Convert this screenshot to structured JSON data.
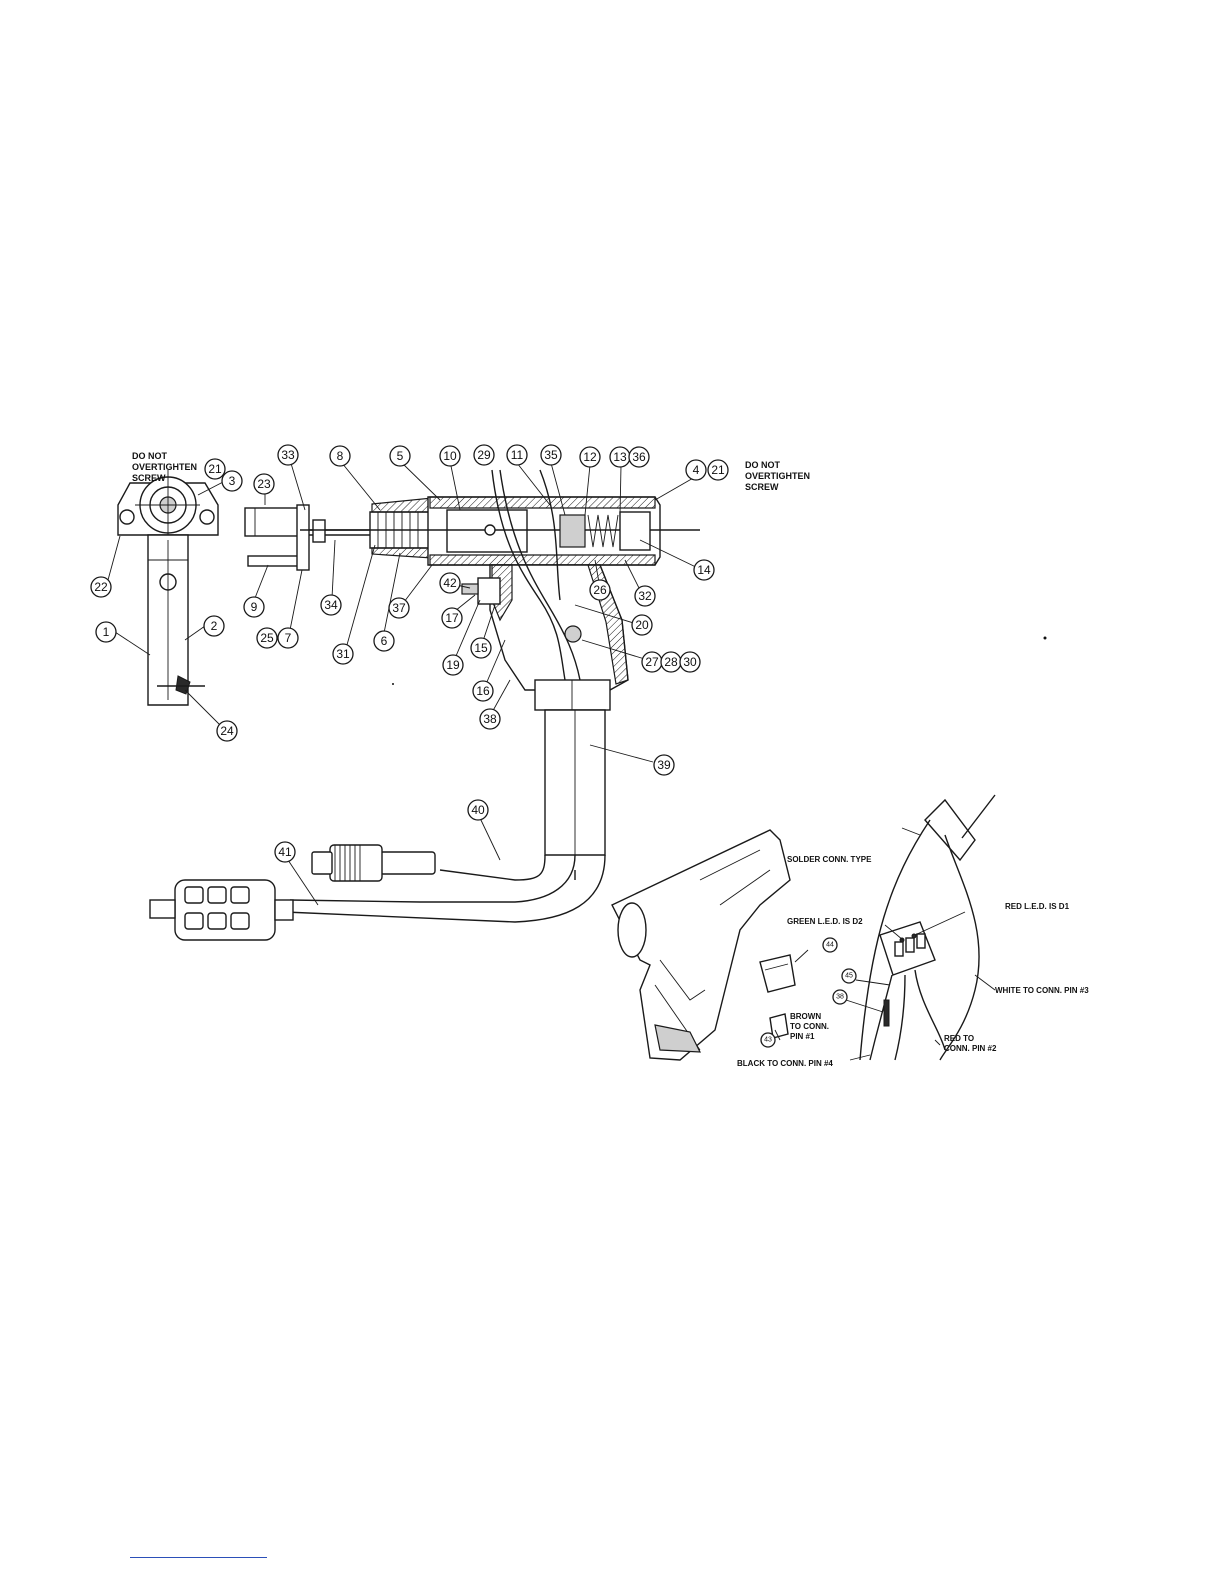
{
  "notes": {
    "left_warning": "DO NOT\nOVERTIGHTEN\nSCREW",
    "right_warning": "DO NOT\nOVERTIGHTEN\nSCREW",
    "solder_type": "SOLDER CONN. TYPE",
    "green_led": "GREEN L.E.D. IS D2",
    "red_led": "RED L.E.D. IS D1",
    "white_wire": "WHITE TO CONN. PIN #3",
    "brown_wire": "BROWN\nTO CONN.\nPIN #1",
    "red_wire": "RED TO\nCONN. PIN #2",
    "black_wire": "BLACK TO CONN. PIN #4"
  },
  "callouts": [
    {
      "id": "1",
      "label": "1"
    },
    {
      "id": "2",
      "label": "2"
    },
    {
      "id": "3",
      "label": "3"
    },
    {
      "id": "4",
      "label": "4"
    },
    {
      "id": "5",
      "label": "5"
    },
    {
      "id": "6",
      "label": "6"
    },
    {
      "id": "7",
      "label": "7"
    },
    {
      "id": "8",
      "label": "8"
    },
    {
      "id": "9",
      "label": "9"
    },
    {
      "id": "10",
      "label": "10"
    },
    {
      "id": "11",
      "label": "11"
    },
    {
      "id": "12",
      "label": "12"
    },
    {
      "id": "13",
      "label": "13"
    },
    {
      "id": "14",
      "label": "14"
    },
    {
      "id": "15",
      "label": "15"
    },
    {
      "id": "16",
      "label": "16"
    },
    {
      "id": "17",
      "label": "17"
    },
    {
      "id": "19",
      "label": "19"
    },
    {
      "id": "20",
      "label": "20"
    },
    {
      "id": "21a",
      "label": "21"
    },
    {
      "id": "21b",
      "label": "21"
    },
    {
      "id": "22",
      "label": "22"
    },
    {
      "id": "23",
      "label": "23"
    },
    {
      "id": "24",
      "label": "24"
    },
    {
      "id": "25",
      "label": "25"
    },
    {
      "id": "26",
      "label": "26"
    },
    {
      "id": "27",
      "label": "27"
    },
    {
      "id": "28",
      "label": "28"
    },
    {
      "id": "29",
      "label": "29"
    },
    {
      "id": "30",
      "label": "30"
    },
    {
      "id": "31",
      "label": "31"
    },
    {
      "id": "32",
      "label": "32"
    },
    {
      "id": "33",
      "label": "33"
    },
    {
      "id": "34",
      "label": "34"
    },
    {
      "id": "35",
      "label": "35"
    },
    {
      "id": "36",
      "label": "36"
    },
    {
      "id": "37",
      "label": "37"
    },
    {
      "id": "38",
      "label": "38"
    },
    {
      "id": "39",
      "label": "39"
    },
    {
      "id": "40",
      "label": "40"
    },
    {
      "id": "41",
      "label": "41"
    },
    {
      "id": "42",
      "label": "42"
    },
    {
      "id": "38b",
      "label": "38"
    },
    {
      "id": "43",
      "label": "43"
    },
    {
      "id": "44",
      "label": "44"
    },
    {
      "id": "45",
      "label": "45"
    }
  ]
}
